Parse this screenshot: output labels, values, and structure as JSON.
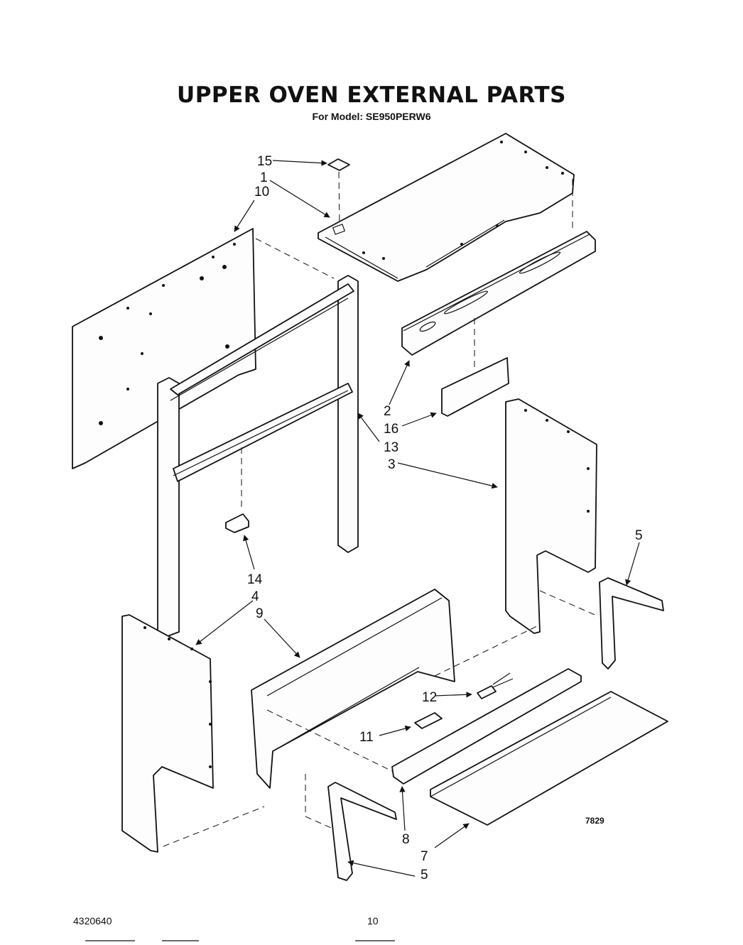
{
  "title": "UPPER OVEN EXTERNAL PARTS",
  "subtitle": "For Model: SE950PERW6",
  "illustration_code": "7829",
  "footer": {
    "doc_number": "4320640",
    "page_number": "10"
  },
  "callouts": [
    "15",
    "1",
    "10",
    "2",
    "16",
    "13",
    "3",
    "5",
    "14",
    "4",
    "9",
    "12",
    "11",
    "8",
    "7",
    "5"
  ]
}
